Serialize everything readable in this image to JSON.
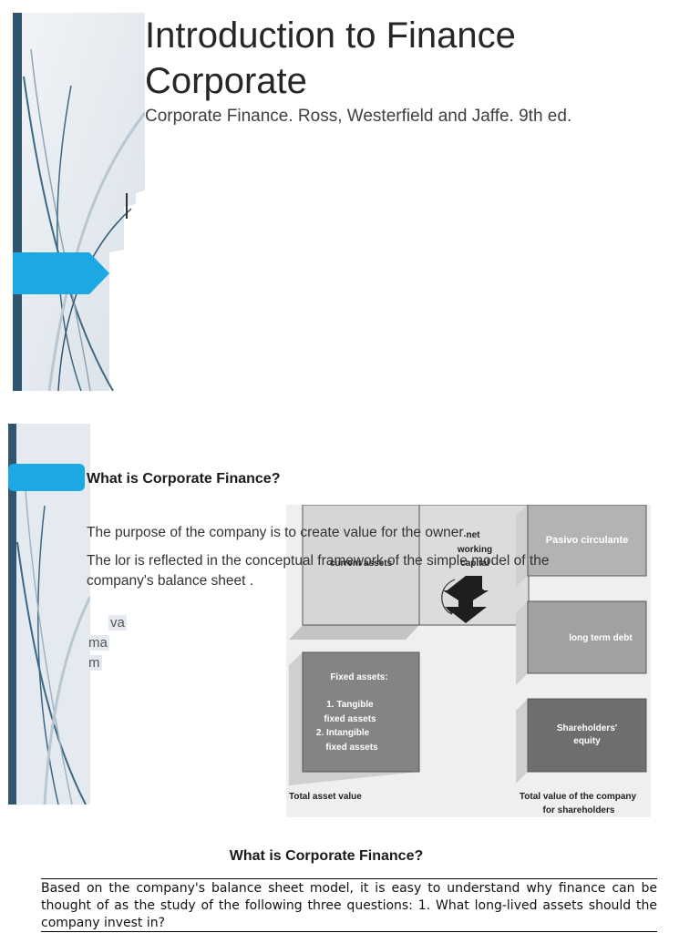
{
  "slide1": {
    "title_line1": "Introduction to Finance",
    "title_line2": "Corporate",
    "subtitle": "Corporate Finance. Ross, Westerfield and Jaffe. 9th ed."
  },
  "slide2": {
    "heading": "What is Corporate Finance?",
    "text1": "The purpose of the company is to create value for the owner.",
    "text2": "The lor is reflected in the conceptual framework of the simple model of the company's balance sheet .",
    "fragments": [
      "va",
      "ma",
      "m"
    ],
    "diagram": {
      "current_assets": "current assets",
      "net_working_capital": [
        "net",
        "working",
        "capital"
      ],
      "pasivo_circulante": "Pasivo circulante",
      "long_term_debt": "long term debt",
      "fixed_assets_title": "Fixed assets:",
      "fixed_assets_items": [
        "1. Tangible",
        "fixed assets",
        "2. Intangible",
        "fixed assets"
      ],
      "shareholders_equity": [
        "Shareholders'",
        "equity"
      ],
      "total_asset_value": "Total asset value",
      "total_value_company": [
        "Total value of the company",
        "for shareholders"
      ]
    }
  },
  "section3": {
    "heading": "What is Corporate Finance?",
    "paragraph": "Based on the company's balance sheet model, it is easy to understand why finance can be thought of as the study of the following three questions: 1. What long-lived assets should the company invest in?"
  }
}
